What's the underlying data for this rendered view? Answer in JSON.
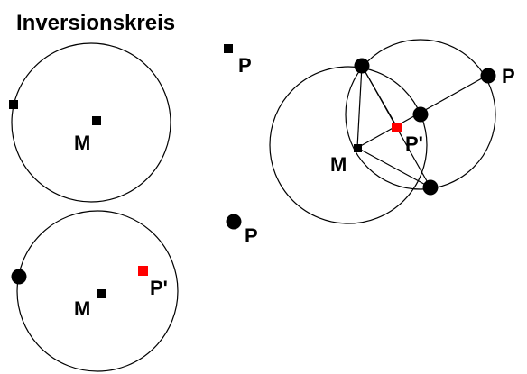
{
  "title": "Inversionskreis",
  "labels": {
    "center": "M",
    "point": "P",
    "image_point": "P'"
  },
  "colors": {
    "stroke": "#000000",
    "point": "#000000",
    "image_point": "#ff0000",
    "background": "#ffffff"
  }
}
